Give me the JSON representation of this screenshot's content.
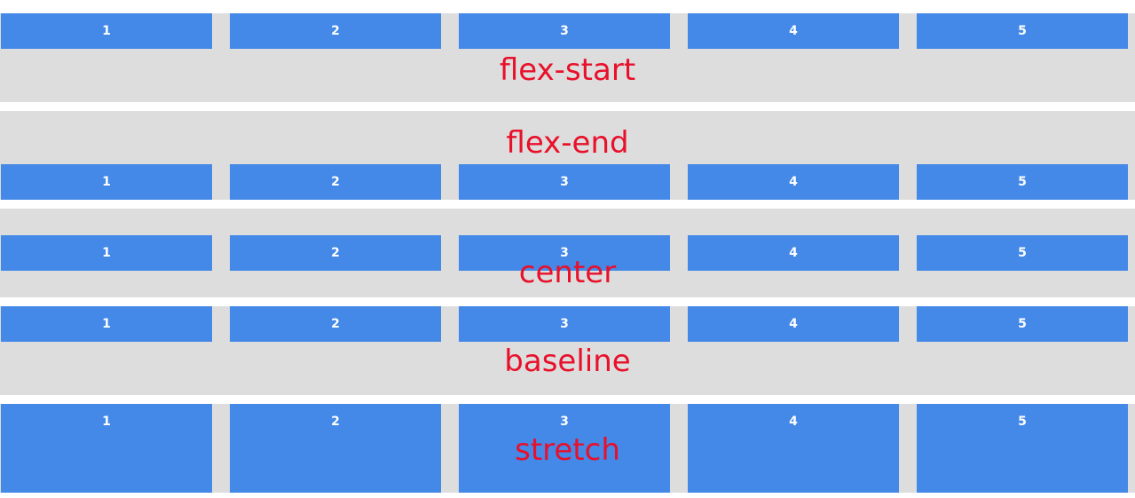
{
  "colors": {
    "container_bg": "#dddddd",
    "item_bg": "#4488e8",
    "item_text": "#ffffff",
    "label_text": "#e8102a"
  },
  "rows": [
    {
      "label": "flex-start",
      "items": [
        "1",
        "2",
        "3",
        "4",
        "5"
      ]
    },
    {
      "label": "flex-end",
      "items": [
        "1",
        "2",
        "3",
        "4",
        "5"
      ]
    },
    {
      "label": "center",
      "items": [
        "1",
        "2",
        "3",
        "4",
        "5"
      ]
    },
    {
      "label": "baseline",
      "items": [
        "1",
        "2",
        "3",
        "4",
        "5"
      ]
    },
    {
      "label": "stretch",
      "items": [
        "1",
        "2",
        "3",
        "4",
        "5"
      ]
    }
  ]
}
